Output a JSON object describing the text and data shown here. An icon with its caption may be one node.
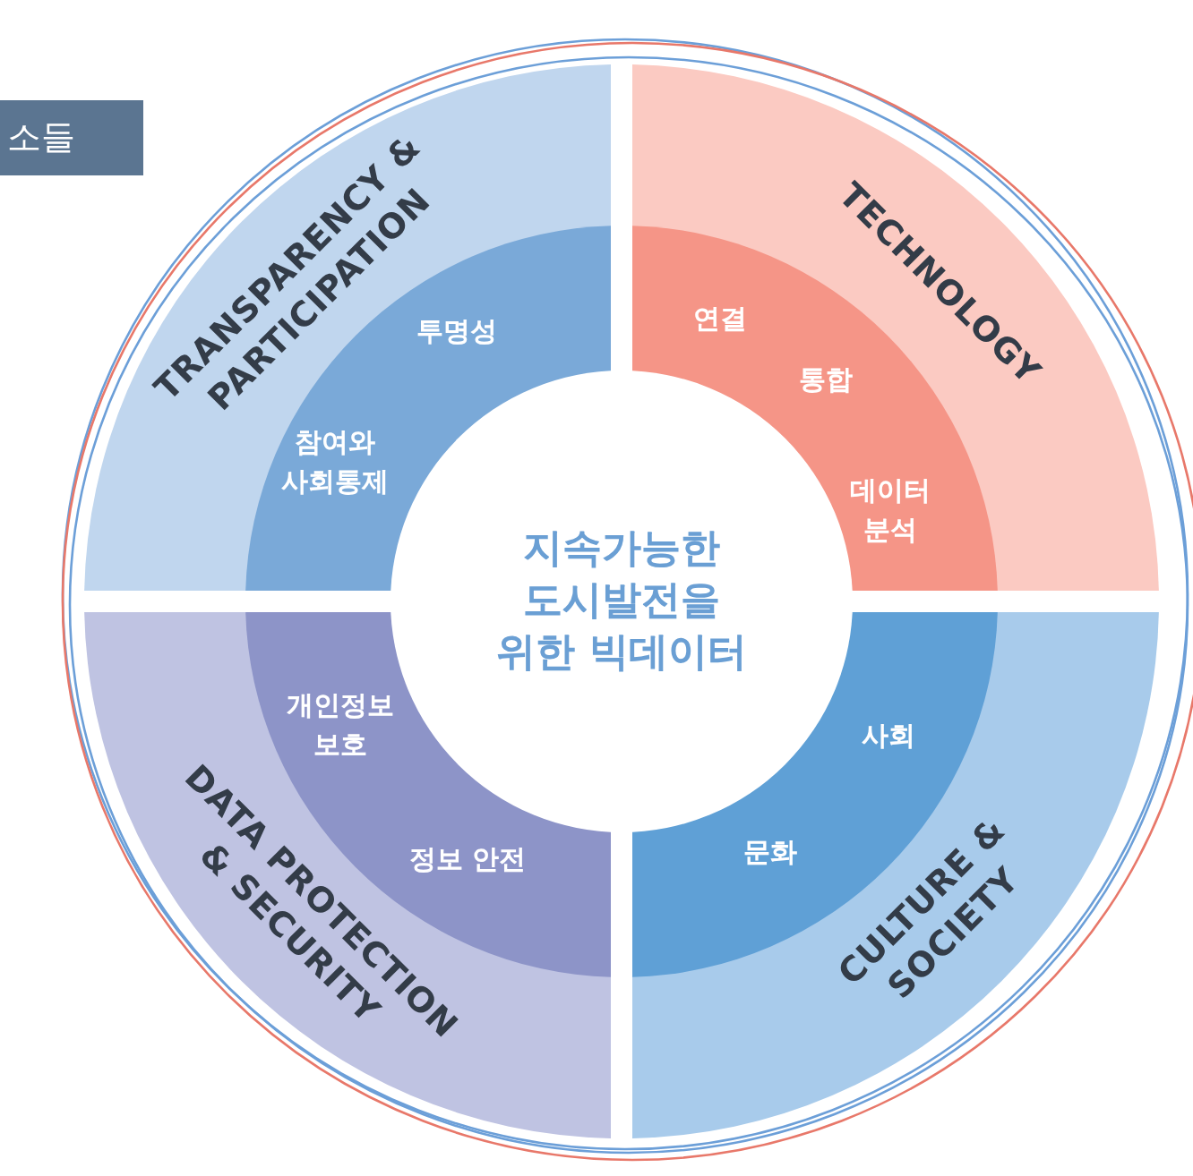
{
  "diagram": {
    "nodes": [
      {
        "text": [
          "소들"
        ]
      },
      {
        "text": [
          "지속가능한 도시발전을 위한 빅데이터"
        ]
      },
      {
        "text": [
          "TRANSPARENCY & PARTICIPATION"
        ]
      },
      {
        "text": [
          "투명성",
          "참여와 사회통제"
        ],
        "in": 2
      },
      {
        "text": [
          "TECHNOLOGY"
        ]
      },
      {
        "text": [
          "연결",
          "통합",
          "데이터 분석"
        ],
        "in": 4
      },
      {
        "text": [
          "DATA PROTECTION & SECURITY"
        ]
      },
      {
        "text": [
          "개인정보 보호",
          "정보 안전"
        ],
        "in": 6
      },
      {
        "text": [
          "CULTURE & SOCIETY"
        ]
      },
      {
        "text": [
          "사회",
          "문화"
        ],
        "in": 8
      }
    ],
    "edges": []
  }
}
